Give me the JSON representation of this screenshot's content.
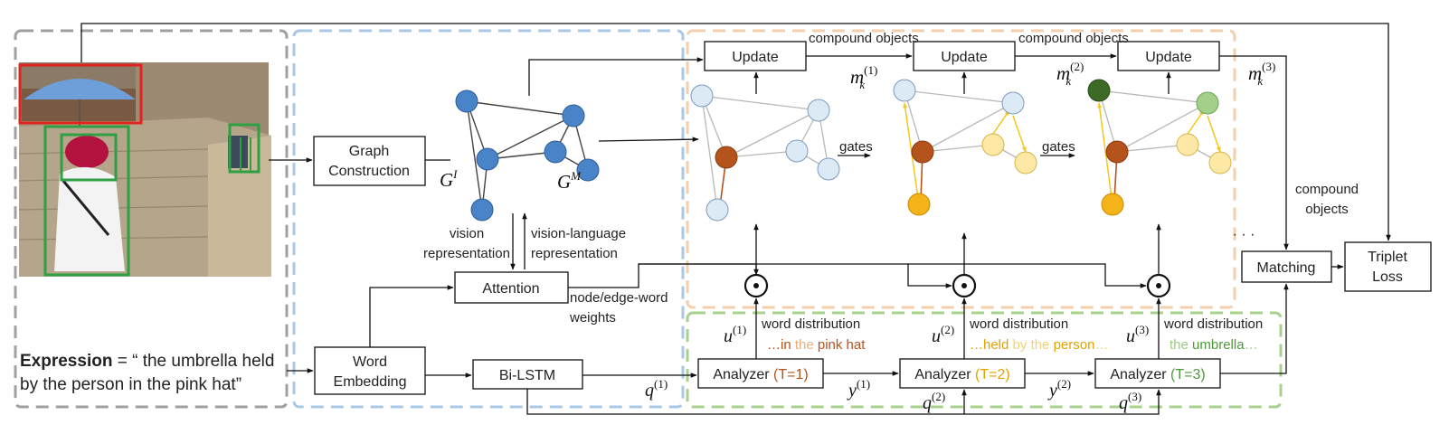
{
  "boxes": {
    "graph_construction": [
      "Graph",
      "Construction"
    ],
    "attention": "Attention",
    "word_embedding": [
      "Word",
      "Embedding"
    ],
    "bilstm": "Bi-LSTM",
    "update": "Update",
    "matching": "Matching",
    "triplet_loss": [
      "Triplet",
      "Loss"
    ],
    "analyzer": "Analyzer",
    "analyzer_steps": [
      "(T=1)",
      "(T=2)",
      "(T=3)"
    ]
  },
  "labels": {
    "compound_objects": "compound objects",
    "compound_objects_2line": [
      "compound",
      "objects"
    ],
    "gates": "gates",
    "vision_representation": [
      "vision",
      "representation"
    ],
    "vision_language_representation": [
      "vision-language",
      "representation"
    ],
    "node_edge_word_weights": [
      "node/edge-word",
      "weights"
    ],
    "word_distribution": "word distribution",
    "ellipsis": "· · ·"
  },
  "word_distribution_phrases": [
    [
      {
        "t": "…in ",
        "c": "#b5531c"
      },
      {
        "t": "the ",
        "c": "#e8b07c"
      },
      {
        "t": "pink hat",
        "c": "#b5531c"
      }
    ],
    [
      {
        "t": "…held ",
        "c": "#e0a300"
      },
      {
        "t": "by the ",
        "c": "#f1d27a"
      },
      {
        "t": "person",
        "c": "#e0a300"
      },
      {
        "t": "…",
        "c": "#f1d27a"
      }
    ],
    [
      {
        "t": "the ",
        "c": "#9ccc84"
      },
      {
        "t": "umbrella",
        "c": "#4e9a3a"
      },
      {
        "t": "…",
        "c": "#9ccc84"
      }
    ]
  ],
  "expression": {
    "bold": "Expression",
    "line1": " = “ the umbrella held",
    "line2": "by the person in the pink hat”"
  },
  "math": {
    "G": "G",
    "GI_sup": "I",
    "GM_sup": "M",
    "m": "m",
    "m_sub": "k",
    "u": "u",
    "y": "y",
    "q": "q",
    "sup1": "(1)",
    "sup2": "(2)",
    "sup3": "(3)"
  },
  "colors": {
    "frame_gray": "#a0a0a0",
    "frame_blue": "#a9c8e6",
    "frame_orange": "#f3cfae",
    "frame_green": "#a9d18e",
    "node_blue": "#4a84c8",
    "node_light_blue": "#dceaf6",
    "node_brown": "#b5531c",
    "node_orange": "#f5b31a",
    "node_light_yellow": "#fde8a6",
    "node_dark_green": "#3d6b25",
    "node_light_green": "#a2d08a",
    "bbox_red": "#e0231c",
    "bbox_green": "#2ea043"
  }
}
